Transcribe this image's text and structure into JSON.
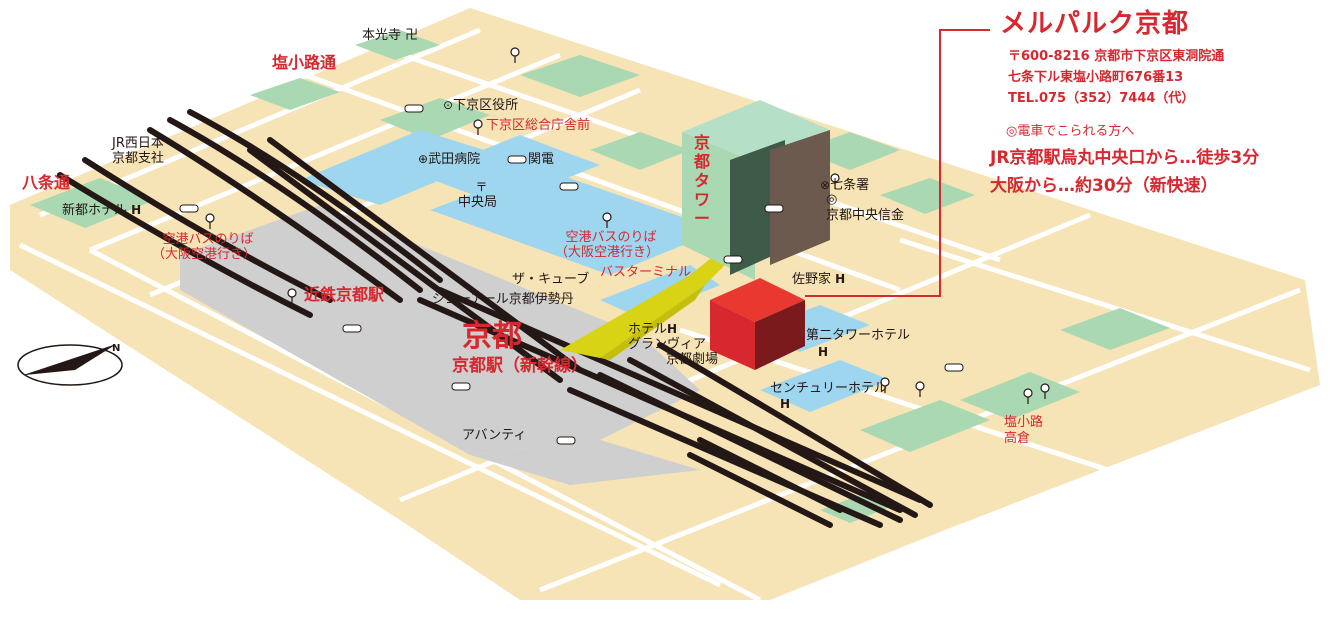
{
  "hotel": {
    "name": "メルパルク京都",
    "postal": "〒600-8216 京都市下京区東洞院通",
    "address2": "七条下ル東塩小路町676番13",
    "tel": "TEL.075（352）7444（代）",
    "access_heading": "◎電車でこられる方へ",
    "access_line1": "JR京都駅烏丸中央口から…徒歩3分",
    "access_line2": "大阪から…約30分（新快速）"
  },
  "map": {
    "honkoji": "本光寺",
    "honkoji_symbol": "卍",
    "shiokoji_dori": "塩小路通",
    "shimogyo_office": "下京区役所",
    "shimogyo_office_mark": "⊙",
    "shimogyo_bus_stop": "下京区総合庁舎前",
    "jr_west_1": "JR西日本",
    "jr_west_2": "京都支社",
    "takeda_hospital": "武田病院",
    "hospital_mark": "⊕",
    "kanden": "関電",
    "hachijo_dori": "八条通",
    "central_post": "中央局",
    "post_mark": "〒",
    "kyoto_tower": "京都タワー",
    "shichijo_police": "七条署",
    "police_mark": "⊗",
    "kyoto_chuo_shinkin": "京都中央信金",
    "bank_mark": "◎",
    "shinmiyako_hotel": "新都ホテル",
    "hotel_mark": "H",
    "airport_bus_1": "空港バスのりば",
    "airport_bus_2": "（大阪空港行き）",
    "airport_bus_center_1": "空港バスのりば",
    "airport_bus_center_2": "（大阪空港行き）",
    "bus_terminal": "バスターミナル",
    "sanoya": "佐野家",
    "the_cube": "ザ・キューブ",
    "kintetsu_station": "近鉄京都駅",
    "jr_isetan": "ジェーアール京都伊勢丹",
    "hotel_granvia_1": "ホテル",
    "hotel_granvia_2": "グランヴィア",
    "kyoto_gekijo": "京都劇場",
    "dai2_tower_hotel": "第二タワーホテル",
    "kyoto_big": "京都",
    "kyoto_station_shinkansen": "京都駅（新幹線）",
    "century_hotel": "センチュリーホテル",
    "avanti": "アバンティ",
    "shiokoji_takakura_1": "塩小路",
    "shiokoji_takakura_2": "高倉",
    "north_mark": "N"
  },
  "colors": {
    "accent_red": "#d7282f",
    "block": "#f6e4b6",
    "park": "#a9d8b2",
    "station": "#cfcfcf",
    "water": "#9fd6ef",
    "yellow_path": "#d8d315",
    "rail": "#231815"
  }
}
